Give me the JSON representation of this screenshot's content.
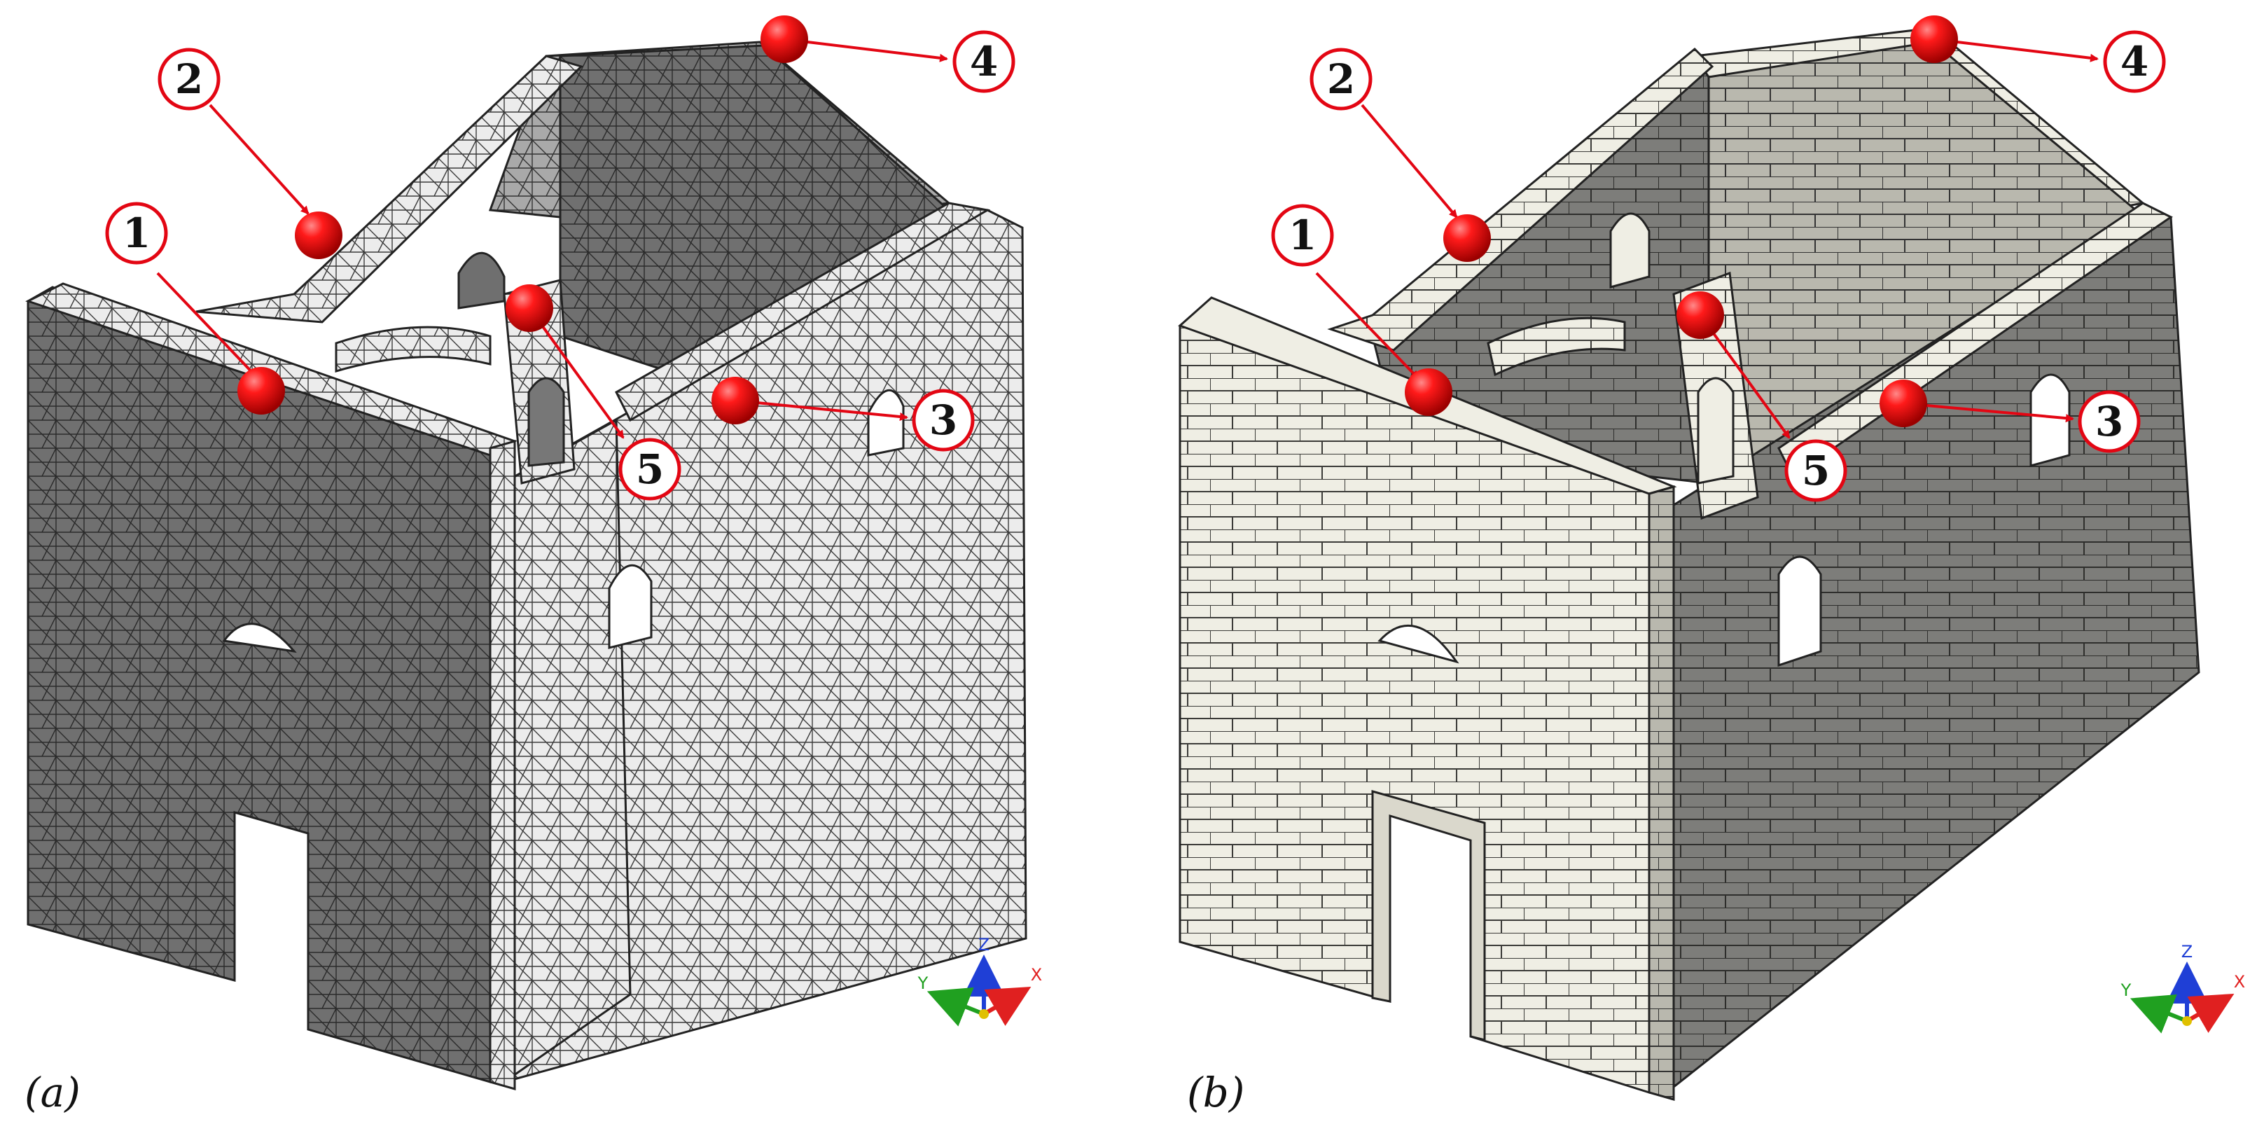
{
  "panels": [
    {
      "id": "a",
      "caption": "(a)",
      "style": "mesh",
      "markers": [
        "1",
        "2",
        "3",
        "4",
        "5"
      ],
      "axes": {
        "x": "X",
        "y": "Y",
        "z": "Z"
      }
    },
    {
      "id": "b",
      "caption": "(b)",
      "style": "masonry",
      "markers": [
        "1",
        "2",
        "3",
        "4",
        "5"
      ],
      "axes": {
        "x": "X",
        "y": "Y",
        "z": "Z"
      }
    }
  ],
  "colors": {
    "marker_red": "#e30613",
    "callout_stroke": "#e30613",
    "mesh_dark": "#6f6f6f",
    "mesh_light": "#e9e9e9",
    "masonry_light": "#efeee4",
    "masonry_dark": "#7d7d7a",
    "axis_x": "#e02020",
    "axis_y": "#20a020",
    "axis_z": "#1f3fd6"
  }
}
